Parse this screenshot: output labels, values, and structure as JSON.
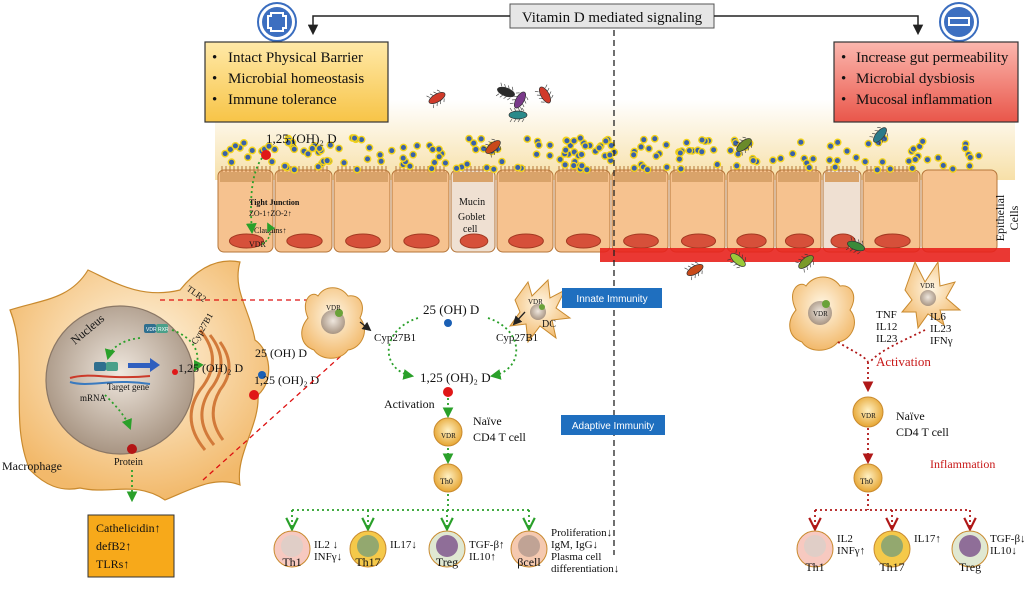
{
  "header": {
    "title": "Vitamin D mediated signaling"
  },
  "icons": {
    "positive": "plus-icon",
    "negative": "minus-icon"
  },
  "colors": {
    "positive_box": "#fcd97a",
    "negative_box": "#f08a80",
    "innate_box": "#1f6fbf",
    "green_arrow": "#2aa02a",
    "red_arrow": "#b01818",
    "inflammation_text": "#c81818",
    "vitd_molecule": "#e01818",
    "calcidiol_molecule": "#1a5fb4",
    "output_box": "#f7a91a"
  },
  "positive_box": {
    "items": [
      "Intact Physical Barrier",
      "Microbial homeostasis",
      "Immune tolerance"
    ]
  },
  "negative_box": {
    "items": [
      "Increase gut permeability",
      "Microbial dysbiosis",
      "Mucosal inflammation"
    ]
  },
  "epithelium": {
    "label_line1": "Epithelial",
    "label_line2": "Cells",
    "vitd_label": "1,25 (OH)₂ D",
    "tight_junction": "Tight Junction",
    "zo": "ZO-1↑ZO-2↑",
    "claudins": "Claudins↑",
    "vdr": "VDR",
    "mucin": "Mucin",
    "goblet1": "Goblet",
    "goblet2": "cell"
  },
  "macrophage": {
    "nucleus": "Nucleus",
    "tlr2": "TLR2",
    "cyp27b1": "Cyp27B1",
    "vitd": "1,25 (OH)₂ D",
    "target_gene": "Target gene",
    "mrna": "mRNA",
    "protein": "Protein",
    "label": "Macrophage",
    "ext_calcidiol": "25 (OH) D",
    "ext_calcitriol": "1,25 (OH)₂ D",
    "vdr": "VDR",
    "rxr": "RXR"
  },
  "macrophage_outputs": [
    "Cathelicidin↑",
    "defB2↑",
    "TLRs↑"
  ],
  "innate": {
    "label": "Innate Immunity",
    "vdr_left": "VDR",
    "dc_vdr": "VDR",
    "dc": "DC",
    "calcidiol": "25 (OH) D",
    "cyp_left": "Cyp27B1",
    "cyp_right": "Cyp27B1",
    "calcitriol": "1,25 (OH)₂ D"
  },
  "adaptive": {
    "label": "Adaptive Immunity",
    "activation": "Activation",
    "naive1": "Naïve",
    "naive2": "CD4 T cell",
    "vdr": "VDR",
    "th0": "Th0",
    "cells": [
      {
        "name": "Th1",
        "effect": [
          "IL2 ↓",
          "INFγ↓"
        ]
      },
      {
        "name": "Th17",
        "effect": [
          "IL17↓"
        ]
      },
      {
        "name": "Treg",
        "effect": [
          "TGF-β↑",
          "IL10↑"
        ]
      },
      {
        "name": "βcell",
        "effect": [
          "Proliferation↓",
          "IgM, IgG↓",
          "Plasma cell",
          "differentiation↓"
        ]
      }
    ]
  },
  "right_side": {
    "vdr1": "VDR",
    "vdr2": "VDR",
    "cytokines1": [
      "TNF",
      "IL12",
      "IL23"
    ],
    "cytokines2": [
      "IL6",
      "IL23",
      "IFNγ"
    ],
    "activation": "Activation",
    "naive1": "Naïve",
    "naive2": "CD4 T cell",
    "vdr": "VDR",
    "inflammation": "Inflammation",
    "th0": "Th0",
    "cells": [
      {
        "name": "Th1",
        "effect": [
          "IL2",
          "INFγ↑"
        ]
      },
      {
        "name": "Th17",
        "effect": [
          "IL17↑"
        ]
      },
      {
        "name": "Treg",
        "effect": [
          "TGF-β↓",
          "IL10↓"
        ]
      }
    ]
  }
}
